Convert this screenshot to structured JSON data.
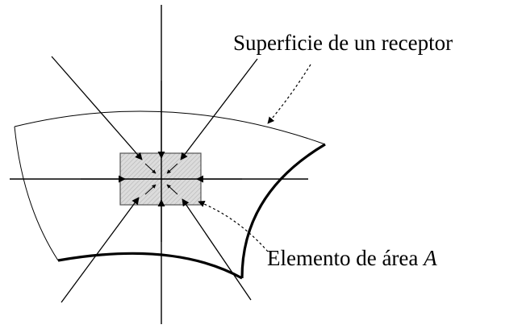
{
  "labels": {
    "surface": "Superficie de un receptor",
    "element_prefix": "Elemento de área ",
    "element_var": "A"
  }
}
